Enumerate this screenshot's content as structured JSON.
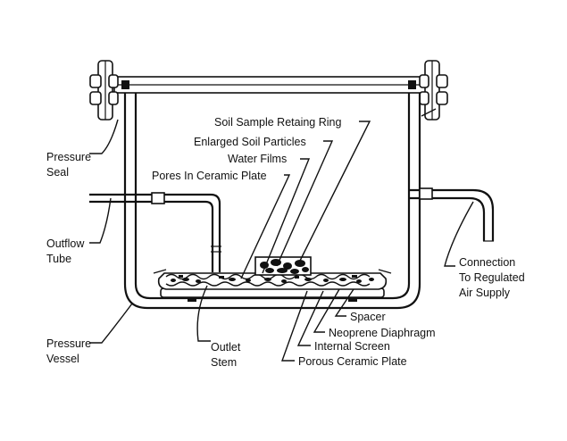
{
  "labels": {
    "pressure_seal": [
      "Pressure",
      "Seal"
    ],
    "outflow_tube": [
      "Outflow",
      "Tube"
    ],
    "pressure_vessel": [
      "Pressure",
      "Vessel"
    ],
    "outlet_stem": [
      "Outlet",
      "Stem"
    ],
    "connection": [
      "Connection",
      "To Regulated",
      "Air Supply"
    ],
    "retaining_ring": "Soil Sample Retaing Ring",
    "soil_particles": "Enlarged Soil Particles",
    "water_films": "Water Films",
    "pores": "Pores In Ceramic Plate",
    "spacer": "Spacer",
    "neoprene": "Neoprene Diaphragm",
    "internal_screen": "Internal Screen",
    "porous_plate": "Porous Ceramic Plate"
  }
}
